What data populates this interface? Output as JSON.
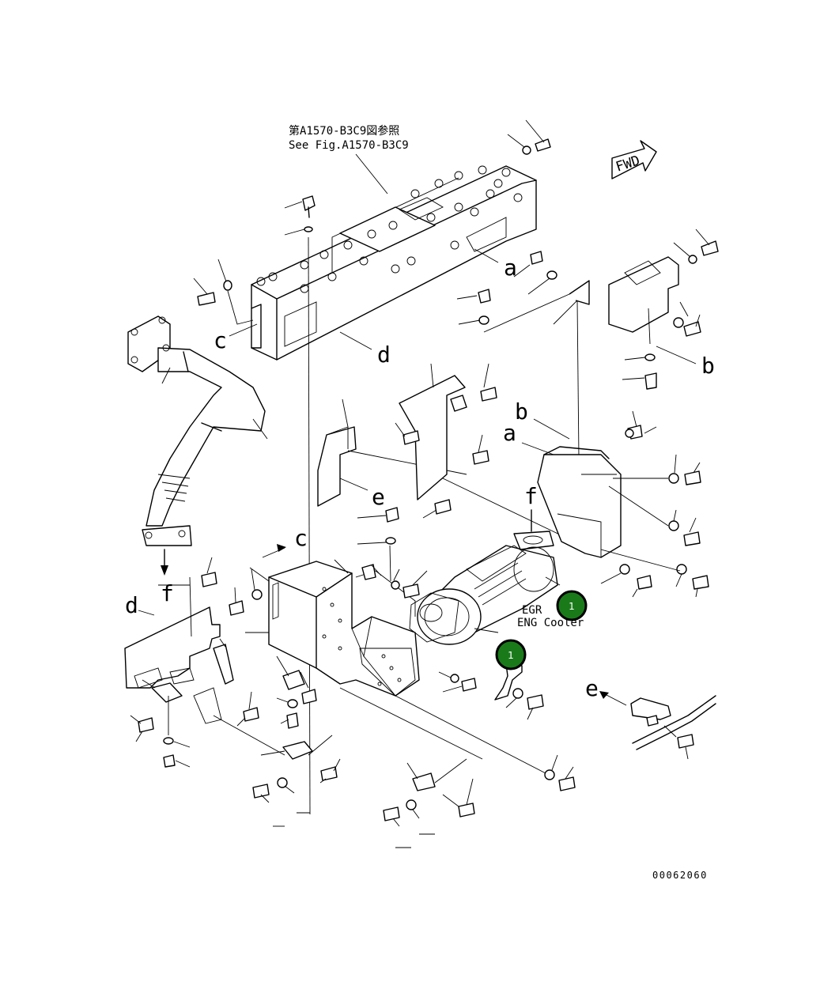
{
  "notes": {
    "see_fig_jp": "第A1570-B3C9図参照",
    "see_fig_en": "See Fig.A1570-B3C9",
    "egr_label_1": "EGR",
    "egr_label_2": "ENG Cooler",
    "fwd": "FWD",
    "drawing_number": "00062060"
  },
  "labels": {
    "a1": "a",
    "a2": "a",
    "b1": "b",
    "b2": "b",
    "c1": "c",
    "c2": "c",
    "d1": "d",
    "d2": "d",
    "e1": "e",
    "e2": "e",
    "f1": "f",
    "f2": "f"
  },
  "callouts": [
    {
      "id": "callout-1a",
      "text": "1"
    },
    {
      "id": "callout-1b",
      "text": "1"
    }
  ],
  "colors": {
    "callout_fill": "#1a7a1a",
    "line": "#000000",
    "background": "#ffffff"
  }
}
